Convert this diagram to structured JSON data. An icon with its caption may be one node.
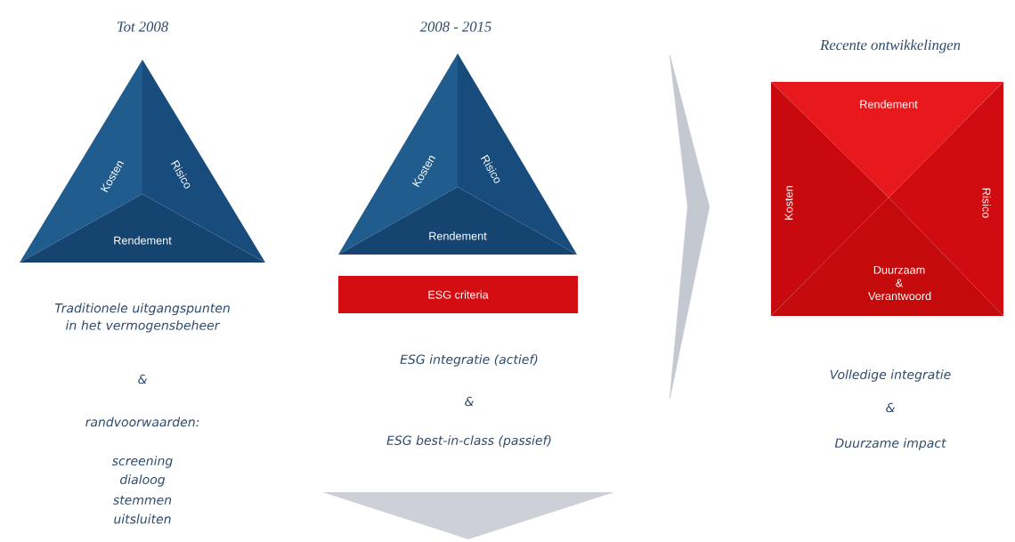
{
  "diagram": {
    "nodes": [
      {
        "text": [
          "Kosten",
          "Risico",
          "Rendement"
        ]
      },
      {
        "text": [
          "Kosten",
          "Risico",
          "Rendement"
        ]
      },
      {
        "text": [
          "ESG criteria"
        ]
      },
      {
        "text": [
          "Rendement",
          "Kosten",
          "Risico",
          "Duurzaam & Verantwoord"
        ]
      }
    ],
    "edges": [
      {
        "from": 1,
        "to": 3,
        "arrow": "to"
      }
    ],
    "labels": [
      "Tot 2008",
      "2008 - 2015",
      "Recente ontwikkelingen",
      "Traditionele uitgangspunten in het vermogensbeheer",
      "&",
      "randvoorwaarden:",
      "screening",
      "dialoog",
      "stemmen",
      "uitsluiten",
      "ESG integratie (actief)",
      "&",
      "ESG best-in-class (passief)",
      "Volledige integratie",
      "&",
      "Duurzame impact"
    ]
  }
}
